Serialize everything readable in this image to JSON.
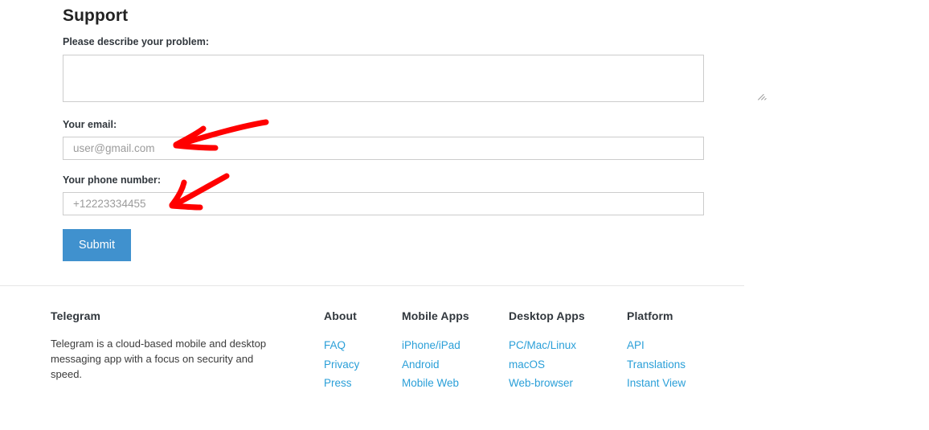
{
  "form": {
    "title": "Support",
    "problem_label": "Please describe your problem:",
    "problem_value": "",
    "problem_placeholder": "",
    "email_label": "Your email:",
    "email_value": "",
    "email_placeholder": "user@gmail.com",
    "phone_label": "Your phone number:",
    "phone_value": "",
    "phone_placeholder": "+12223334455",
    "submit_label": "Submit",
    "submit_color": "#4091ce"
  },
  "footer": {
    "link_color": "#2a9fd8",
    "brand": {
      "heading": "Telegram",
      "description": "Telegram is a cloud-based mobile and desktop messaging app with a focus on security and speed."
    },
    "columns": [
      {
        "heading": "About",
        "links": [
          "FAQ",
          "Privacy",
          "Press"
        ]
      },
      {
        "heading": "Mobile Apps",
        "links": [
          "iPhone/iPad",
          "Android",
          "Mobile Web"
        ]
      },
      {
        "heading": "Desktop Apps",
        "links": [
          "PC/Mac/Linux",
          "macOS",
          "Web-browser"
        ]
      },
      {
        "heading": "Platform",
        "links": [
          "API",
          "Translations",
          "Instant View"
        ]
      }
    ]
  },
  "annotations": {
    "color": "#ff0000",
    "arrows": [
      {
        "name": "arrow-to-email-field",
        "target": "email-input"
      },
      {
        "name": "arrow-to-phone-field",
        "target": "phone-input"
      }
    ]
  }
}
